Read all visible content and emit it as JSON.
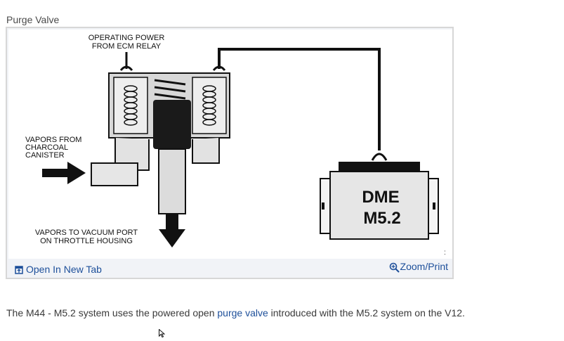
{
  "figure": {
    "title": "Purge Valve",
    "diagram": {
      "label_power_1": "OPERATING POWER",
      "label_power_2": "FROM ECM RELAY",
      "label_vapors_1": "VAPORS FROM",
      "label_vapors_2": "CHARCOAL",
      "label_vapors_3": "CANISTER",
      "label_port_1": "VAPORS TO VACUUM PORT",
      "label_port_2": "ON THROTTLE HOUSING",
      "dme_line1": "DME",
      "dme_line2": "M5.2"
    },
    "toolbar": {
      "open_label": "Open In New Tab",
      "zoom_label": "Zoom/Print"
    }
  },
  "caption": {
    "before": "The M44 - M5.2 system uses the powered open ",
    "link": "purge valve",
    "after": " introduced with the M5.2 system on the V12."
  },
  "icons": {
    "open_tab": "open-in-new-tab-icon",
    "zoom": "zoom-in-icon",
    "cursor": "mouse-pointer-icon"
  },
  "colors": {
    "link": "#1d4f9a",
    "toolbar_bg": "#f1f3f7"
  }
}
